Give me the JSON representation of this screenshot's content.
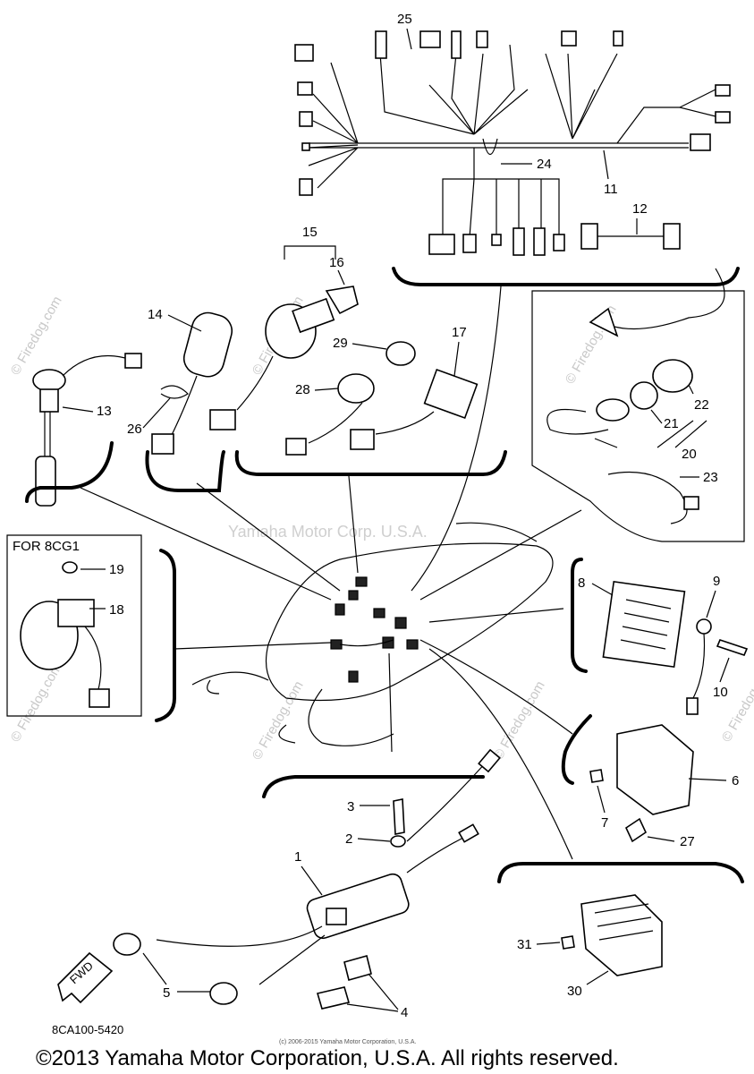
{
  "watermark": {
    "company": "Yamaha Motor Corp. U.S.A.",
    "site": "© Firedog.com"
  },
  "callouts": {
    "c1": "1",
    "c2": "2",
    "c3": "3",
    "c4": "4",
    "c5": "5",
    "c6": "6",
    "c7": "7",
    "c8": "8",
    "c9": "9",
    "c10": "10",
    "c11": "11",
    "c12": "12",
    "c13": "13",
    "c14": "14",
    "c15": "15",
    "c16": "16",
    "c17": "17",
    "c18": "18",
    "c19": "19",
    "c20": "20",
    "c21": "21",
    "c22": "22",
    "c23": "23",
    "c24": "24",
    "c25": "25",
    "c26": "26",
    "c27": "27",
    "c28": "28",
    "c29": "29",
    "c30": "30",
    "c31": "31"
  },
  "inset_label": "FOR 8CG1",
  "arrow_label": "FWD",
  "diagram_code": "8CA100-5420",
  "small_notice": "(c) 2006-2015 Yamaha Motor Corporation, U.S.A.",
  "copyright": "©2013 Yamaha Motor Corporation, U.S.A. All rights reserved."
}
